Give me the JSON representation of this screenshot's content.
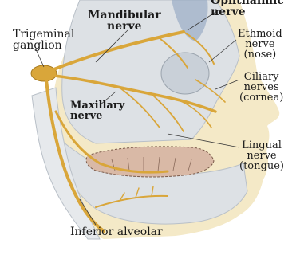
{
  "labels": {
    "ophthalmic": {
      "line1": "Ophthalmic",
      "line2": "nerve"
    },
    "mandibular": {
      "line1": "Mandibular",
      "line2": "nerve"
    },
    "trigeminal": {
      "line1": "Trigeminal",
      "line2": "ganglion"
    },
    "ethmoid": {
      "line1": "Ethmoid",
      "line2": "nerve",
      "line3": "(nose)"
    },
    "ciliary": {
      "line1": "Ciliary",
      "line2": "nerves",
      "line3": "(cornea)"
    },
    "maxillary": {
      "line1": "Maxillary",
      "line2": "nerve"
    },
    "lingual": {
      "line1": "Lingual",
      "line2": "nerve",
      "line3": "(tongue)"
    },
    "inferior_alveolar": {
      "line1": "Inferior alveolar"
    }
  },
  "colors": {
    "nerve": "#d9a63a",
    "nerve_outline": "#a87a1e",
    "bone": "#dde1e5",
    "bone_dark": "#b9c0c8",
    "skin": "#f4e9c7",
    "tongue": "#d9b9a6",
    "leader": "#3a3a3a"
  }
}
